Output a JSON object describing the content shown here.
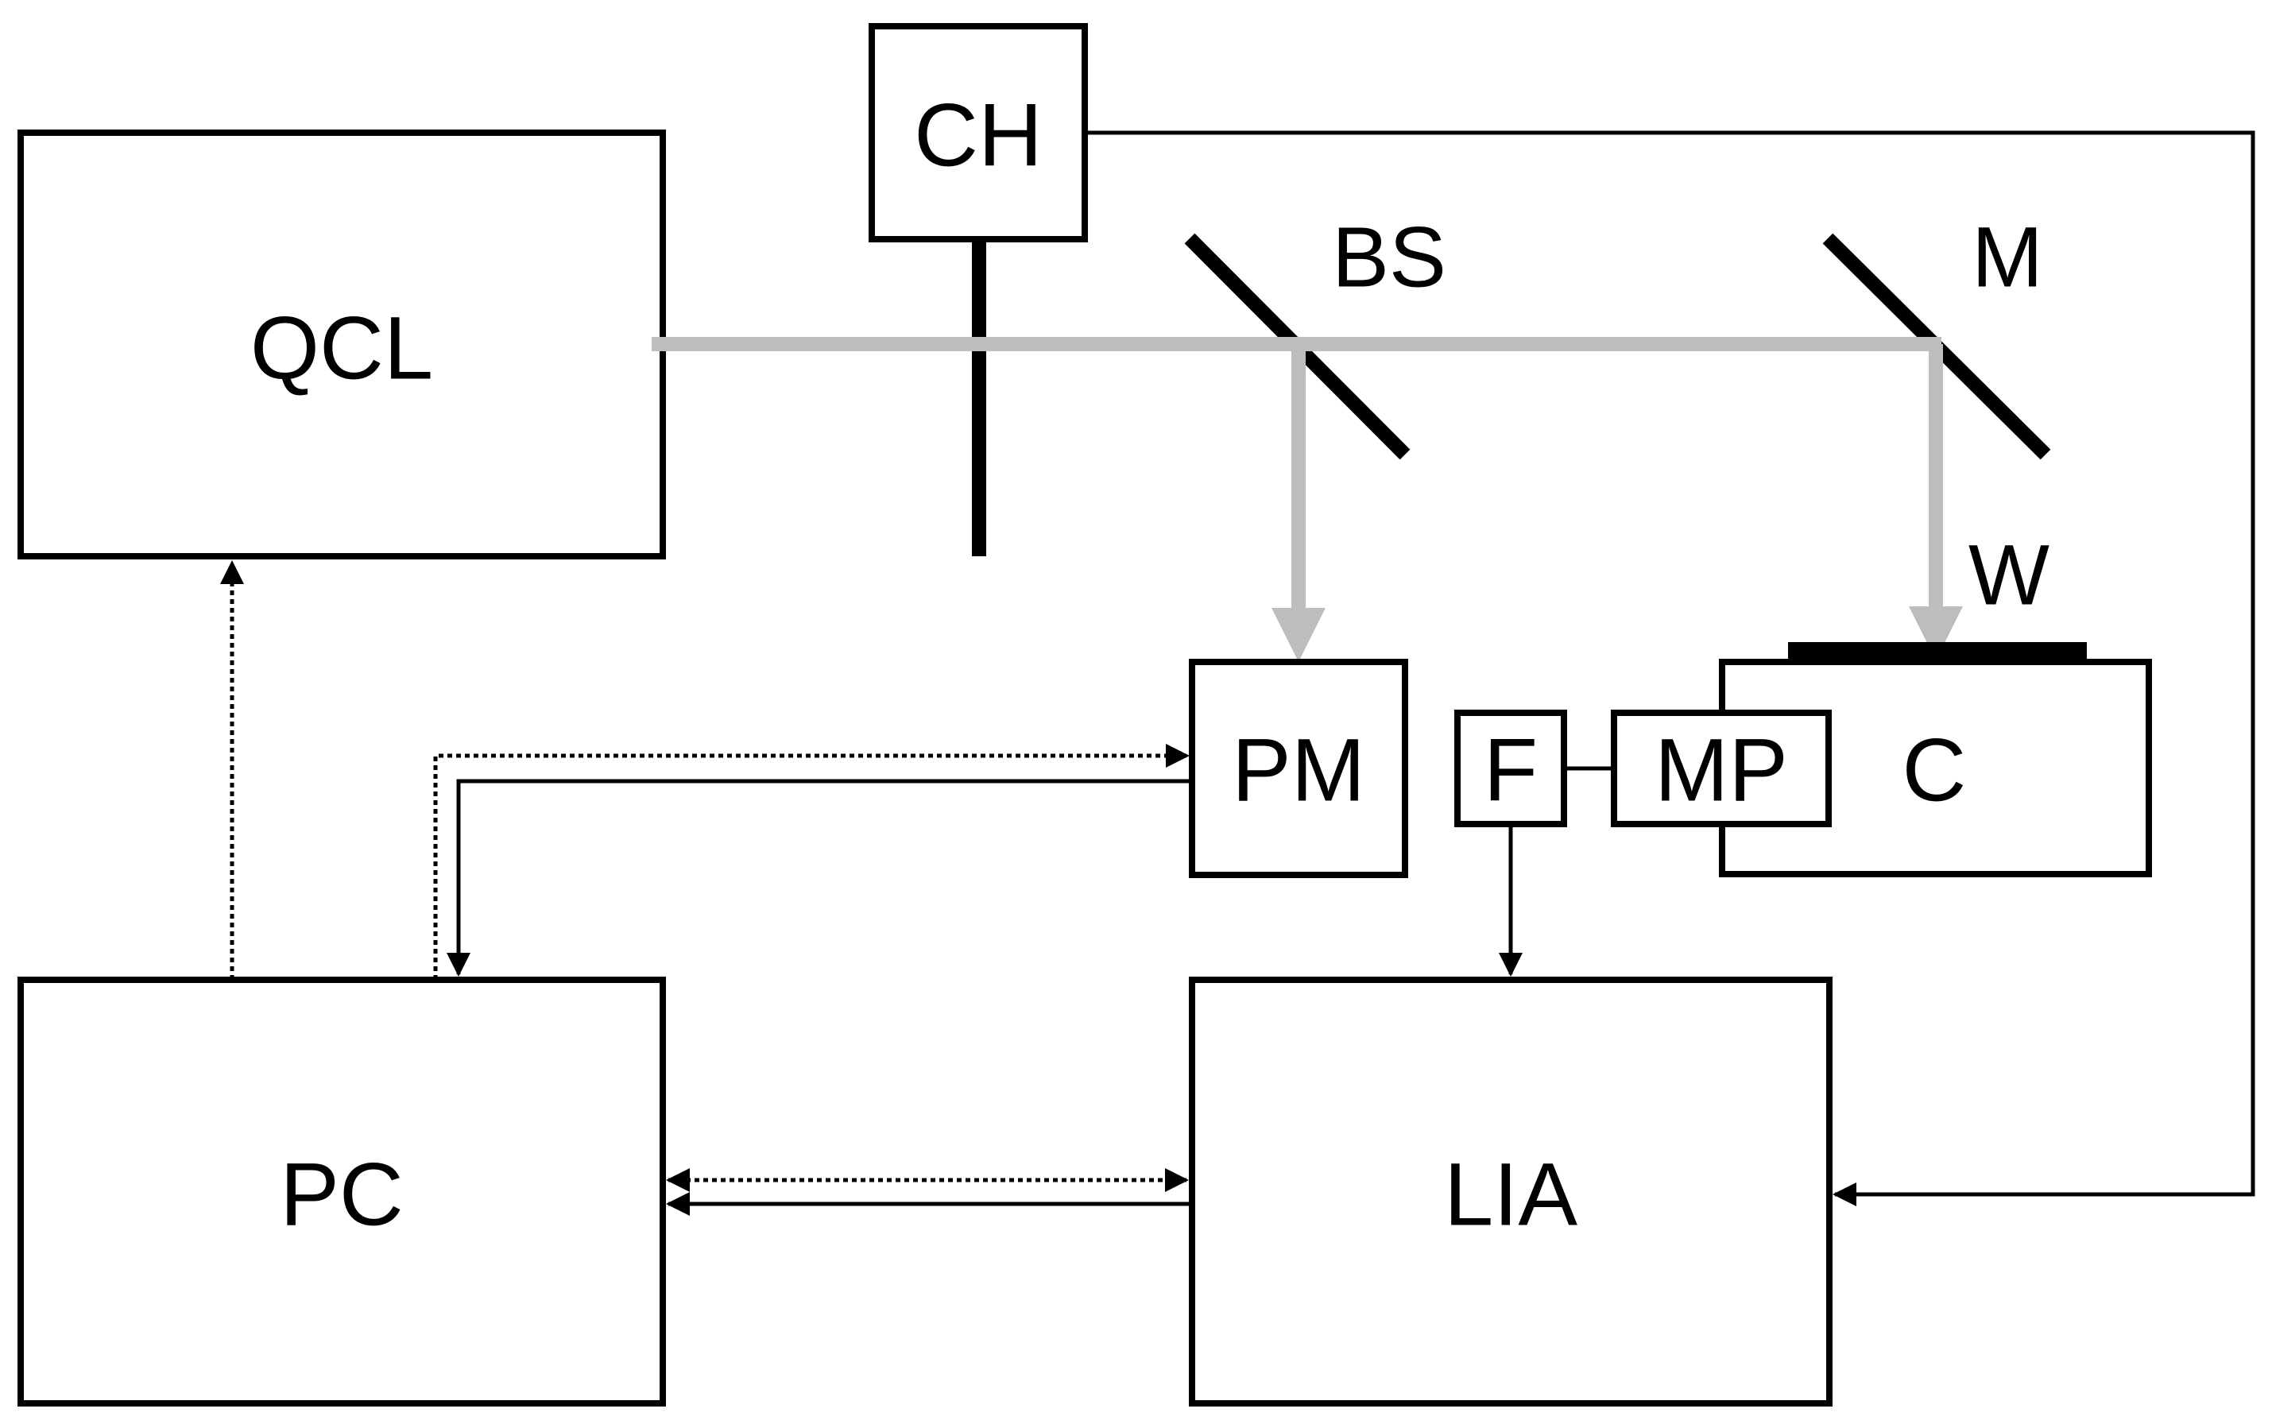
{
  "diagram": {
    "components": {
      "qcl": "QCL",
      "ch": "CH",
      "bs": "BS",
      "m": "M",
      "w": "W",
      "pm": "PM",
      "f": "F",
      "mp": "MP",
      "c": "C",
      "pc": "PC",
      "lia": "LIA"
    },
    "colors": {
      "beam": "#bdbdbd",
      "line": "#000000",
      "background": "#ffffff"
    }
  }
}
